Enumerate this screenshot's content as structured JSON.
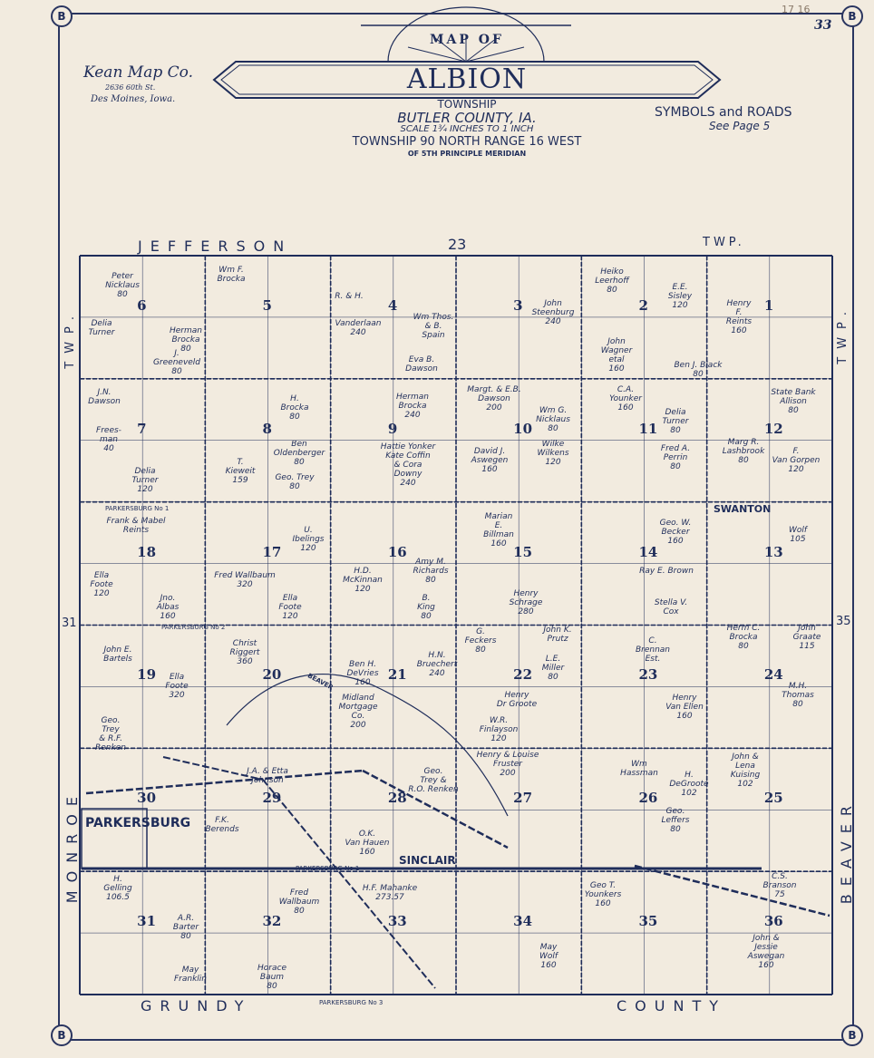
{
  "publisher": {
    "name": "Kean Map Co.",
    "address": "2636 60th St.",
    "city": "Des Moines, Iowa."
  },
  "page_number": "33",
  "pencil_note": "17 16",
  "corner_marks": [
    "B",
    "B",
    "B",
    "B"
  ],
  "header": {
    "map_of": "MAP OF",
    "title": "ALBION",
    "line1": "TOWNSHIP",
    "line2": "BUTLER COUNTY, IA.",
    "scale": "SCALE 1¾ INCHES TO 1 INCH",
    "line3": "TOWNSHIP 90 NORTH   RANGE 16 WEST",
    "line4": "OF 5TH PRINCIPLE MERIDIAN",
    "symbols": "SYMBOLS and ROADS",
    "see_page": "See Page 5"
  },
  "borders": {
    "top": "JEFFERSON",
    "top_num": "23",
    "top_right": "TWP.",
    "left_top": "TWP.",
    "left_bottom": "MONROE",
    "left_num": "31",
    "right_top": "TWP.",
    "right_bottom": "BEAVER",
    "right_num": "35",
    "bottom_left": "GRUNDY",
    "bottom_right": "COUNTY"
  },
  "roads": [
    "PARKERSBURG No 1",
    "PARKERSBURG No 2",
    "PARKERSBURG No 3",
    "PARKERSBURG No 1",
    "BEAVER"
  ],
  "towns": [
    "PARKERSBURG",
    "SINCLAIR",
    "SWANTON"
  ],
  "sections": [
    "6",
    "5",
    "4",
    "3",
    "2",
    "1",
    "7",
    "8",
    "9",
    "10",
    "11",
    "12",
    "18",
    "17",
    "16",
    "15",
    "14",
    "13",
    "19",
    "20",
    "21",
    "22",
    "23",
    "24",
    "30",
    "29",
    "28",
    "27",
    "26",
    "25",
    "31",
    "32",
    "33",
    "34",
    "35",
    "36"
  ],
  "owners": [
    "Peter\nNicklaus\n80",
    "Delia\nTurner",
    "J.\nGreeneveld\n80",
    "Herman\nBrocka\n80",
    "Wm F.\nBrocka",
    "R. & H.",
    "Vanderlaan\n240",
    "Wm Thos.\n& B.\nSpain",
    "Eva B.\nDawson",
    "John\nSteenburg\n240",
    "Heiko\nLeerhoff\n80",
    "E.E.\nSisley\n120",
    "John\nWagner\netal\n160",
    "Henry\nF.\nReints\n160",
    "Ben J. Black\n80",
    "J.N.\nDawson",
    "Frees-\nman\n40",
    "Delia\nTurner\n120",
    "H.\nBrocka\n80",
    "Ben\nOldenberger\n80",
    "T.\nKieweit\n159",
    "Geo. Trey\n80",
    "Herman\nBrocka\n240",
    "Hattie Yonker\nKate Coffin\n& Cora\nDowny\n240",
    "Margt. & E.B.\nDawson\n200",
    "Wm G.\nNicklaus\n80",
    "Wilke\nWilkens\n120",
    "David J.\nAswegen\n160",
    "C.A.\nYounker\n160",
    "Delia\nTurner\n80",
    "Fred A.\nPerrin\n80",
    "Marg R.\nLashbrook\n80",
    "State Bank\nAllison\n80",
    "F.\nVan Gorpen\n120",
    "Frank & Mabel\nReints",
    "Ella\nFoote\n120",
    "Jno.\nAlbas\n160",
    "U.\nIbelings\n120",
    "Fred Wallbaum\n320",
    "Ella\nFoote\n120",
    "H.D.\nMcKinnan\n120",
    "Amy M.\nRichards\n80",
    "B.\nKing\n80",
    "Marian\nE.\nBillman\n160",
    "Henry\nSchrage\n280",
    "Geo. W.\nBecker\n160",
    "Ray E. Brown",
    "Stella V.\nCox",
    "Wolf\n105",
    "John E.\nBartels",
    "Ella\nFoote\n320",
    "Geo.\nTrey\n& R.F.\nRenken",
    "Christ\nRiggert\n360",
    "Ben H.\nDeVries\n160",
    "H.N.\nBruechert\n240",
    "Midland\nMortgage\nCo.\n200",
    "G.\nFeckers\n80",
    "John K.\nPrutz",
    "L.E.\nMiller\n80",
    "Henry\nDr Groote",
    "W.R.\nFinlayson\n120",
    "C.\nBrennan\nEst.",
    "Henry\nVan Ellen\n160",
    "Herm C.\nBrocka\n80",
    "John\nGraate\n115",
    "M.H.\nThomas\n80",
    "J.A. & Etta\nJohnson",
    "F.K.\nBerends",
    "Geo.\nTrey &\nR.O. Renken",
    "O.K.\nVan Hauen\n160",
    "Henry & Louise\nFruster\n200",
    "Wm\nHassman",
    "H.\nDeGroote\n102",
    "Geo.\nLeffers\n80",
    "John &\nLena\nKuising\n102",
    "H.\nGelling\n106.5",
    "A.R.\nBarter\n80",
    "May\nFranklin",
    "Fred\nWallbaum\n80",
    "Horace\nBaum\n80",
    "H.F. Mahanke\n273.57",
    "Geo T.\nYounkers\n160",
    "May\nWolf\n160",
    "C.S.\nBranson\n75",
    "John &\nJessie\nAswegan\n160"
  ],
  "colors": {
    "paper": "#f2ebdf",
    "ink": "#1f2d5a"
  }
}
